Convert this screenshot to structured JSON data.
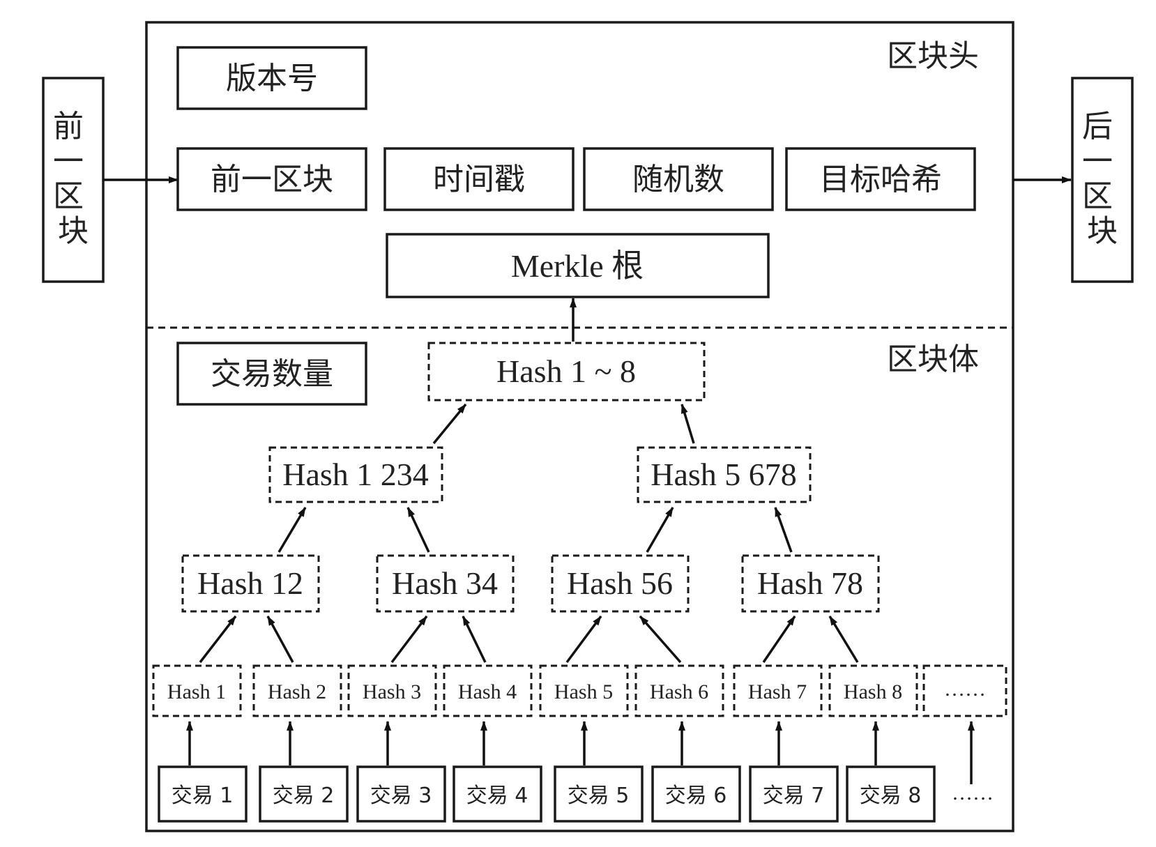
{
  "header": {
    "section_label": "区块头",
    "version": "版本号",
    "prev_hash": "前一区块",
    "timestamp": "时间戳",
    "nonce": "随机数",
    "target": "目标哈希",
    "merkle_root": "Merkle 根"
  },
  "body": {
    "section_label": "区块体",
    "tx_count": "交易数量",
    "root_hash": "Hash 1 ~ 8",
    "level2": [
      "Hash 1 234",
      "Hash 5 678"
    ],
    "level1": [
      "Hash 12",
      "Hash 34",
      "Hash 56",
      "Hash 78"
    ],
    "leaf_hashes": [
      "Hash 1",
      "Hash 2",
      "Hash 3",
      "Hash 4",
      "Hash 5",
      "Hash 6",
      "Hash 7",
      "Hash 8",
      "……"
    ],
    "transactions": [
      "交易 1",
      "交易 2",
      "交易 3",
      "交易 4",
      "交易 5",
      "交易 6",
      "交易 7",
      "交易 8"
    ],
    "more_transactions": "……"
  },
  "neighbors": {
    "previous_block": "前一区块",
    "next_block": "后一区块"
  },
  "colors": {
    "stroke": "#1a1a1a",
    "background": "#ffffff"
  }
}
